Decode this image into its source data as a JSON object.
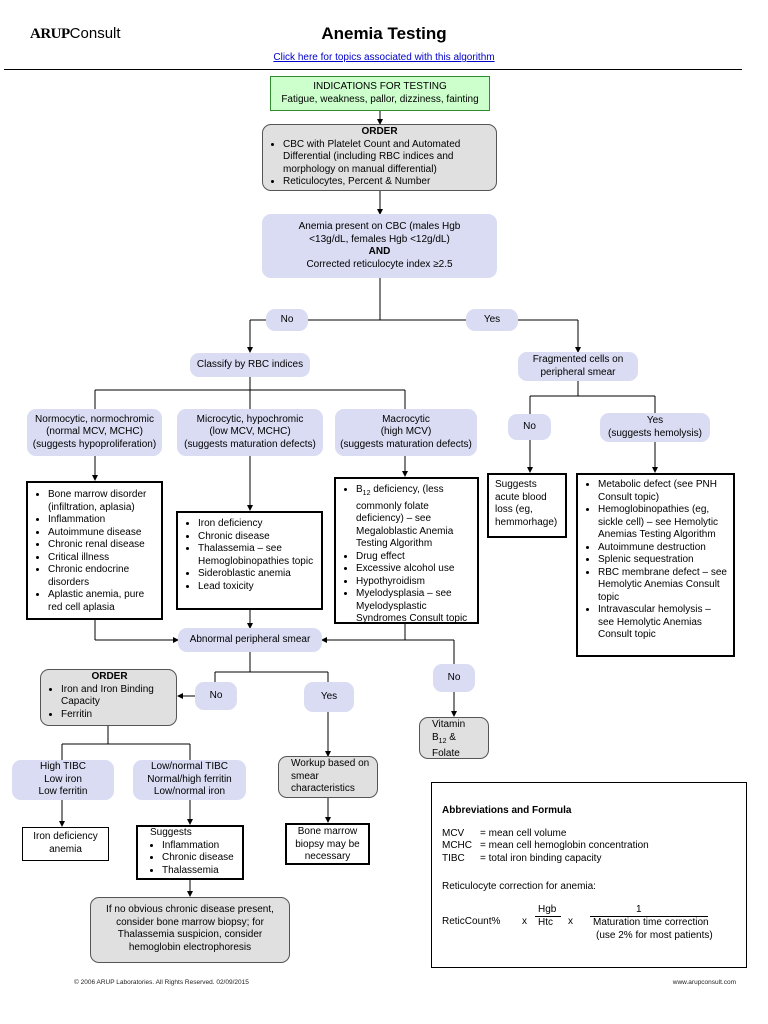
{
  "header": {
    "logo_strong": "ARUP",
    "logo_light": "Consult",
    "title": "Anemia Testing",
    "link": "Click here for topics associated with this algorithm"
  },
  "indications": {
    "title": "INDICATIONS FOR TESTING",
    "text": "Fatigue, weakness, pallor, dizziness, fainting"
  },
  "order1": {
    "title": "ORDER",
    "items": [
      "CBC with Platelet Count and Automated Differential (including RBC indices and morphology on manual differential)",
      "Reticulocytes, Percent & Number"
    ]
  },
  "anemia": {
    "line1": "Anemia present on CBC (males Hgb <13g/dL, females Hgb <12g/dL)",
    "and": "AND",
    "line2": "Corrected reticulocyte index ≥2.5"
  },
  "no_label": "No",
  "yes_label": "Yes",
  "classify": "Classify by RBC indices",
  "fragmented": "Fragmented cells on peripheral smear",
  "normocytic": {
    "l1": "Normocytic, normochromic",
    "l2": "(normal MCV, MCHC)",
    "l3": "(suggests hypoproliferation)"
  },
  "microcytic": {
    "l1": "Microcytic, hypochromic",
    "l2": "(low MCV, MCHC)",
    "l3": "(suggests maturation defects)"
  },
  "macrocytic": {
    "l1": "Macrocytic",
    "l2": "(high MCV)",
    "l3": "(suggests maturation defects)"
  },
  "yes_hemolysis": {
    "l1": "Yes",
    "l2": "(suggests hemolysis)"
  },
  "normo_list": [
    "Bone marrow disorder (infiltration, aplasia)",
    "Inflammation",
    "Autoimmune disease",
    "Chronic renal disease",
    "Critical illness",
    "Chronic endocrine disorders",
    "Aplastic anemia, pure red cell aplasia"
  ],
  "micro_list": [
    "Iron deficiency",
    "Chronic disease",
    "Thalassemia – see Hemoglobinopathies topic",
    "Sideroblastic anemia",
    "Lead toxicity"
  ],
  "macro_list": {
    "b12_pre": "B",
    "b12_sub": "12",
    "b12_post": " deficiency, (less commonly folate deficiency) – see Megaloblastic Anemia Testing Algorithm",
    "rest": [
      "Drug effect",
      "Excessive alcohol use",
      "Hypothyroidism",
      "Myelodysplasia – see Myelodysplastic Syndromes Consult topic"
    ]
  },
  "acute": "Suggests acute blood loss (eg, hemmorhage)",
  "hemo_list": [
    "Metabolic defect (see PNH Consult topic)",
    "Hemoglobinopathies (eg, sickle cell) – see Hemolytic Anemias Testing Algorithm",
    "Autoimmune destruction",
    "Splenic sequestration",
    "RBC membrane defect – see Hemolytic Anemias Consult topic",
    "Intravascular hemolysis – see Hemolytic Anemias Consult topic"
  ],
  "abnormal": "Abnormal peripheral smear",
  "order2": {
    "title": "ORDER",
    "items": [
      "Iron and Iron Binding Capacity",
      "Ferritin"
    ]
  },
  "vitamin": {
    "l1": "Vitamin",
    "b_pre": "B",
    "b_sub": "12",
    "b_post": " &",
    "l3": "Folate"
  },
  "workup": "Workup based on smear characteristics",
  "high_tibc": {
    "l1": "High TIBC",
    "l2": "Low iron",
    "l3": "Low ferritin"
  },
  "low_tibc": {
    "l1": "Low/normal TIBC",
    "l2": "Normal/high ferritin",
    "l3": "Low/normal iron"
  },
  "iron_def": "Iron deficiency anemia",
  "suggests": {
    "title": "Suggests",
    "items": [
      "Inflammation",
      "Chronic disease",
      "Thalassemia"
    ]
  },
  "bone_marrow": "Bone marrow biopsy may be necessary",
  "if_no": "If no obvious chronic disease present, consider bone marrow biopsy; for Thalassemia suspicion, consider hemoglobin electrophoresis",
  "abbrev": {
    "title": "Abbreviations and Formula",
    "rows": [
      {
        "term": "MCV",
        "def": "= mean cell volume"
      },
      {
        "term": "MCHC",
        "def": "= mean cell hemoglobin concentration"
      },
      {
        "term": "TIBC",
        "def": "= total iron binding capacity"
      }
    ],
    "retic_title": "Reticulocyte correction for anemia:",
    "retic_label": "ReticCount%",
    "x1": "x",
    "hgb": "Hgb",
    "htc": "Htc",
    "x2": "x",
    "one": "1",
    "mat": "Maturation time correction",
    "note": "(use 2% for most patients)"
  },
  "footer": {
    "left": "© 2006 ARUP Laboratories. All Rights Reserved. 02/09/2015",
    "right": "www.arupconsult.com"
  },
  "colors": {
    "bubble": "#d9dcf2",
    "green_fill": "#ccffcc",
    "grey_fill": "#e0e0e0",
    "link": "#0000cc",
    "logo_red": "#c8102e"
  }
}
